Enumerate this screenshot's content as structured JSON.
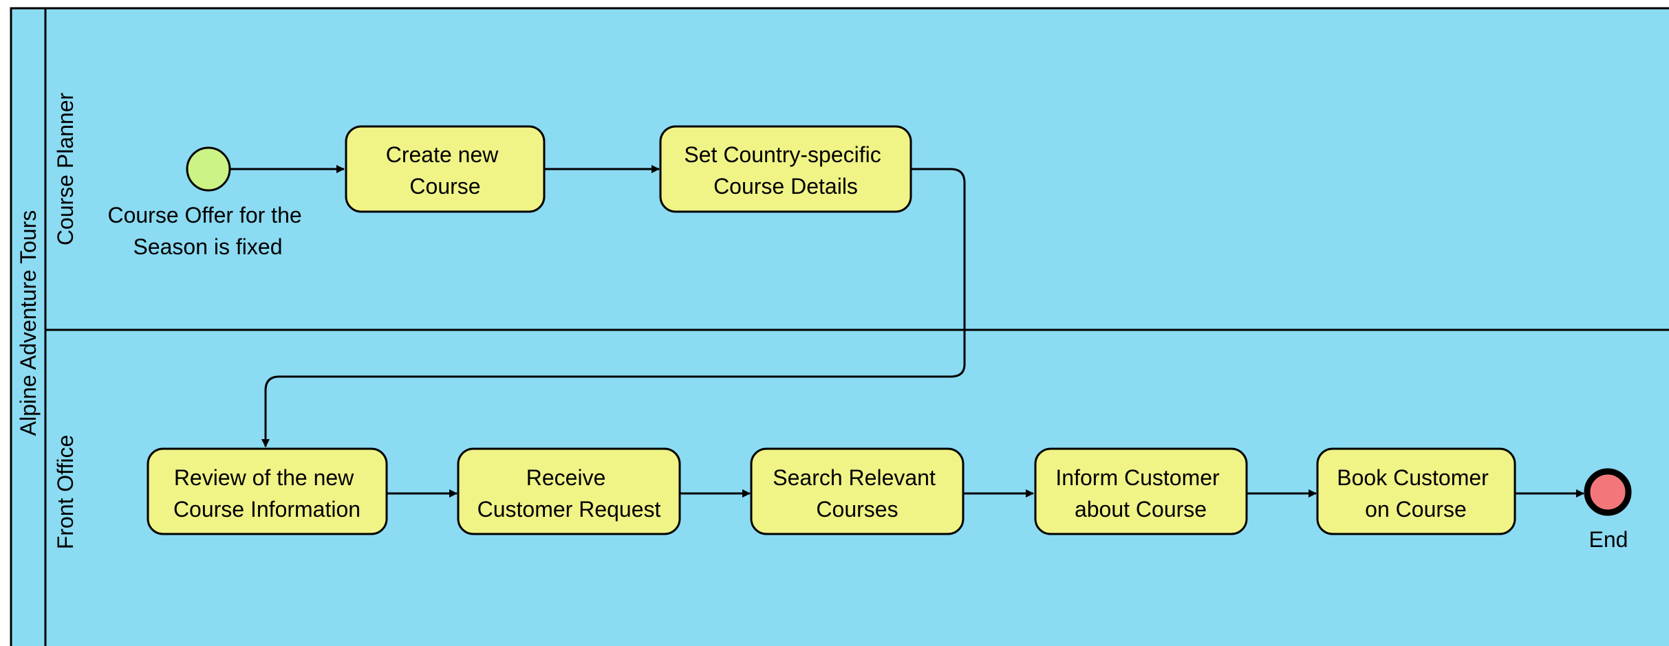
{
  "pool": {
    "name": "Alpine Adventure Tours",
    "fill": "#8BDBF2",
    "lanes": [
      {
        "id": "course-planner",
        "name": "Course Planner"
      },
      {
        "id": "front-office",
        "name": "Front Office"
      }
    ]
  },
  "colors": {
    "task_fill": "#F0F386",
    "start_fill": "#CBF386",
    "end_fill": "#F3777A",
    "stroke": "#000000"
  },
  "start_event": {
    "lines": [
      "Course Offer for the",
      "Season is fixed"
    ]
  },
  "end_event": {
    "label": "End"
  },
  "tasks": [
    {
      "id": "t1",
      "lines": [
        "Create new",
        "Course"
      ]
    },
    {
      "id": "t2",
      "lines": [
        "Set Country-specific",
        "Course Details"
      ]
    },
    {
      "id": "t3",
      "lines": [
        "Review of the new",
        "Course Information"
      ]
    },
    {
      "id": "t4",
      "lines": [
        "Receive",
        "Customer Request"
      ]
    },
    {
      "id": "t5",
      "lines": [
        "Search Relevant",
        "Courses"
      ]
    },
    {
      "id": "t6",
      "lines": [
        "Inform Customer",
        "about Course"
      ]
    },
    {
      "id": "t7",
      "lines": [
        "Book Customer",
        "on Course"
      ]
    }
  ],
  "flows": [
    {
      "from": "start",
      "to": "t1"
    },
    {
      "from": "t1",
      "to": "t2"
    },
    {
      "from": "t2",
      "to": "t3"
    },
    {
      "from": "t3",
      "to": "t4"
    },
    {
      "from": "t4",
      "to": "t5"
    },
    {
      "from": "t5",
      "to": "t6"
    },
    {
      "from": "t6",
      "to": "t7"
    },
    {
      "from": "t7",
      "to": "end"
    }
  ]
}
